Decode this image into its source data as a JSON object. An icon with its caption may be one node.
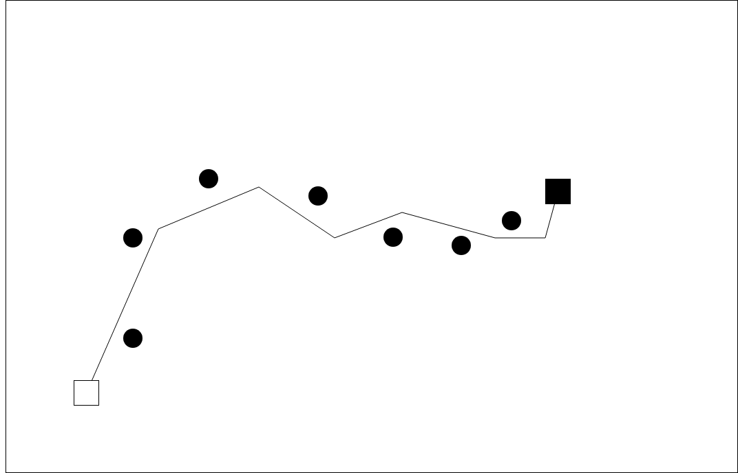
{
  "diagram": {
    "nodes": [
      {
        "text": [],
        "shape": "box"
      },
      {
        "text": [],
        "shape": "circle"
      },
      {
        "text": [],
        "shape": "circle"
      },
      {
        "text": [],
        "shape": "circle"
      },
      {
        "text": [],
        "shape": "circle"
      },
      {
        "text": [],
        "shape": "circle"
      },
      {
        "text": [],
        "shape": "circle"
      },
      {
        "text": [],
        "shape": "circle"
      },
      {
        "text": [],
        "shape": "box"
      }
    ],
    "edges": [
      {
        "from": 0,
        "to": 8,
        "arrow": "none"
      }
    ]
  }
}
